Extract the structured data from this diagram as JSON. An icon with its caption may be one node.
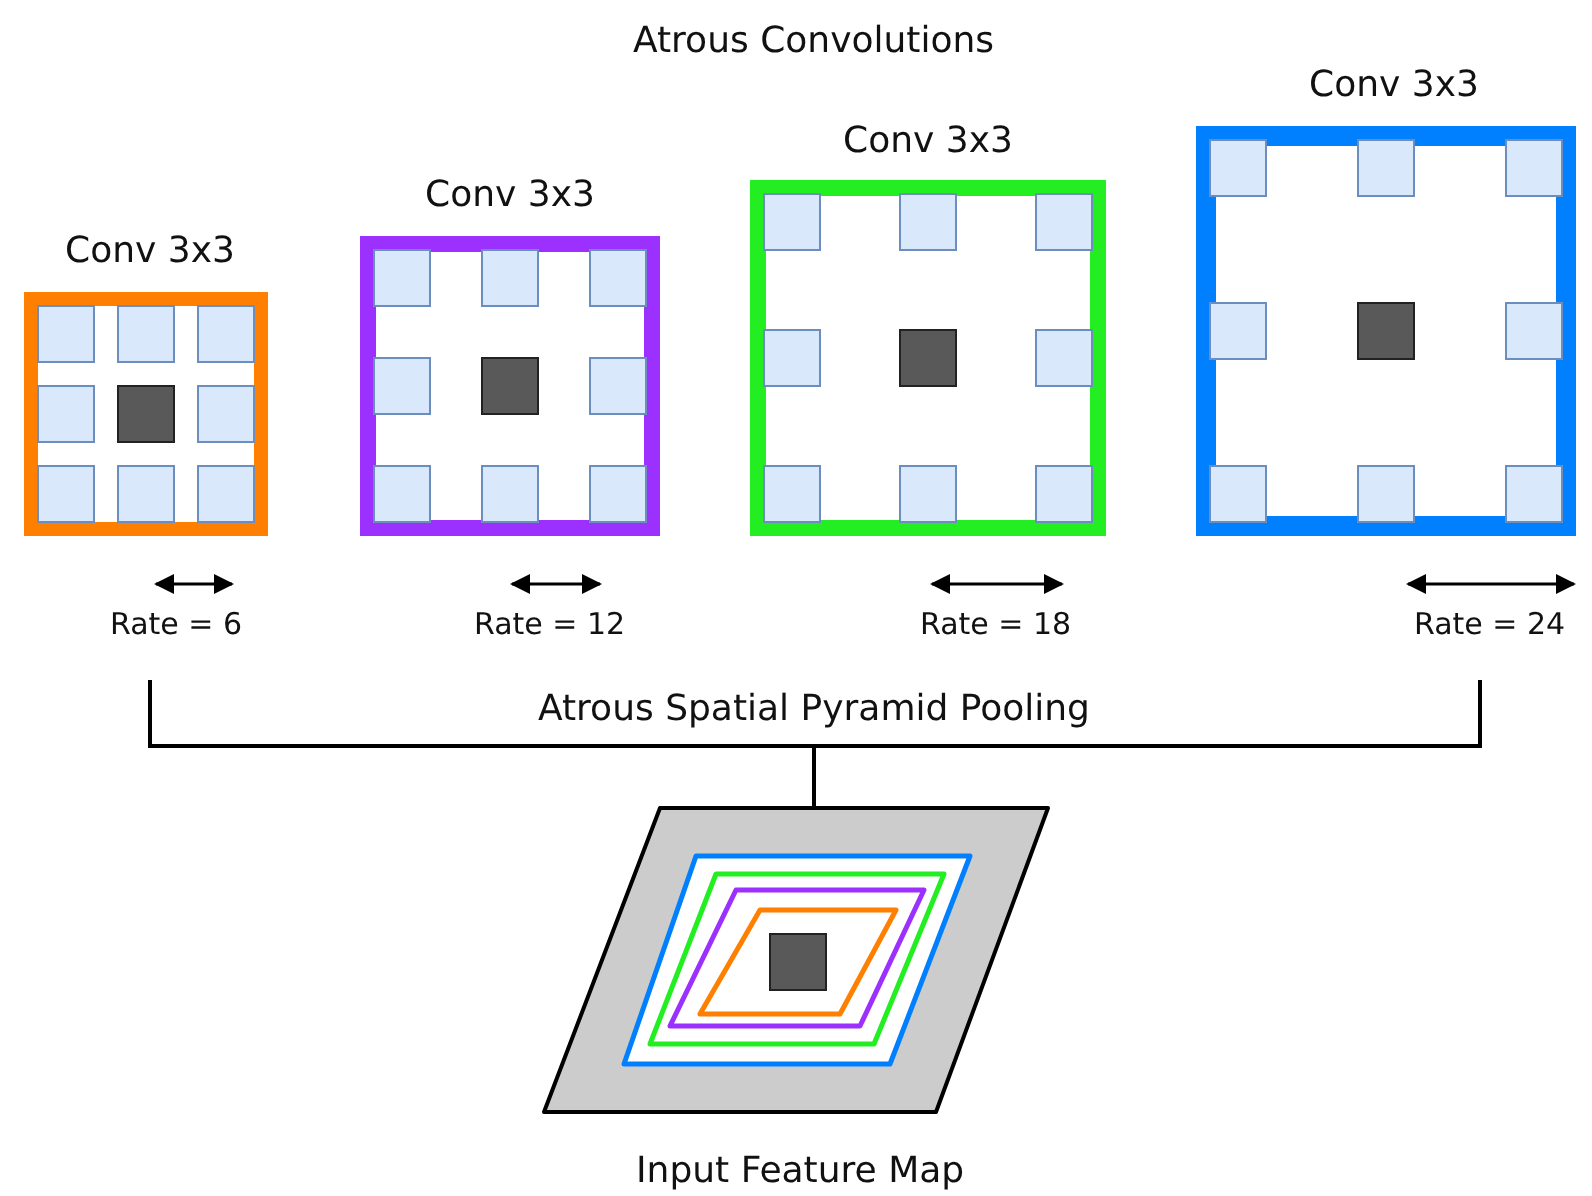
{
  "diagram": {
    "title": "Atrous Convolutions",
    "nodes": [
      {
        "text": [
          "Conv 3x3"
        ],
        "beside": [
          "Rate = 6"
        ]
      },
      {
        "text": [
          "Conv 3x3"
        ],
        "beside": [
          "Rate = 12"
        ]
      },
      {
        "text": [
          "Conv 3x3"
        ],
        "beside": [
          "Rate = 18"
        ]
      },
      {
        "text": [
          "Conv 3x3"
        ],
        "beside": [
          "Rate = 24"
        ]
      },
      {
        "text": [
          "Input Feature Map"
        ]
      }
    ],
    "edges": [
      {
        "from": 4,
        "to": 0,
        "arrow": "none"
      },
      {
        "from": 4,
        "to": 3,
        "arrow": "none"
      }
    ],
    "labels": [
      "Atrous Spatial Pyramid Pooling"
    ]
  }
}
